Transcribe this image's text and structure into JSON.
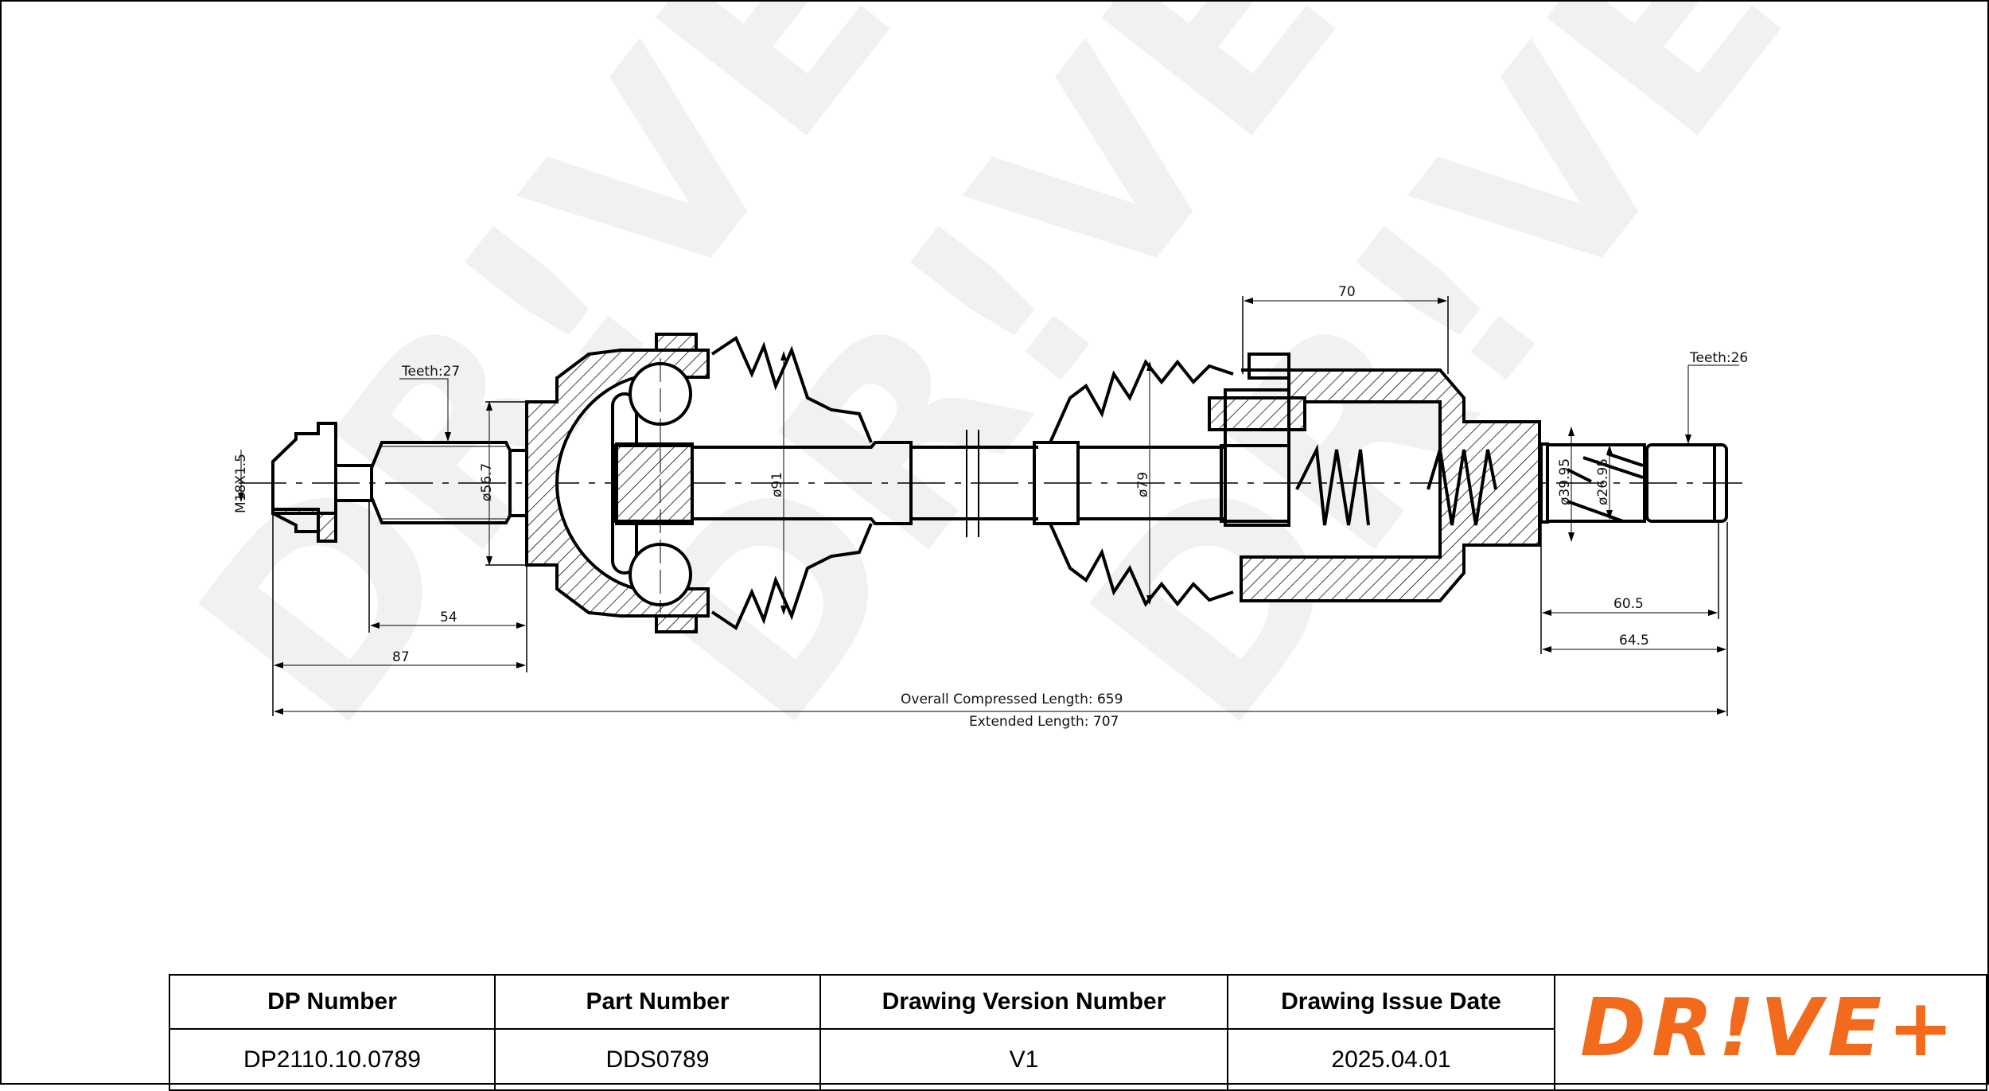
{
  "drawing": {
    "watermark": "DR!VE+",
    "labels": {
      "teeth_left": "Teeth:27",
      "teeth_right": "Teeth:26",
      "thread": "M18X1.5",
      "dia_567": "ø56.7",
      "dia_91": "ø91",
      "dia_79": "ø79",
      "dia_3995": "ø39.95",
      "dia_2695": "ø26.95",
      "dim_54": "54",
      "dim_87": "87",
      "dim_70": "70",
      "dim_605": "60.5",
      "dim_645": "64.5",
      "overall": "Overall  Compressed  Length: 659",
      "extended": "Extended  Length: 707"
    }
  },
  "title_block": {
    "headers": [
      "DP Number",
      "Part Number",
      "Drawing Version Number",
      "Drawing Issue Date"
    ],
    "values": [
      "DP2110.10.0789",
      "DDS0789",
      "V1",
      "2025.04.01"
    ],
    "logo_text": "DR!VE+",
    "logo_color": "#F26B1D"
  }
}
